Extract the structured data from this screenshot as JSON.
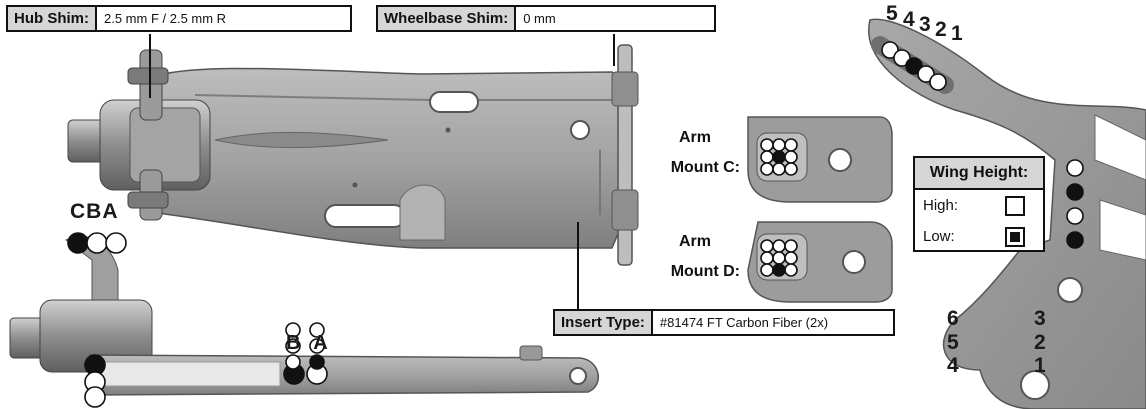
{
  "hub_shim": {
    "label": "Hub Shim:",
    "value": "2.5 mm F / 2.5 mm R"
  },
  "wheelbase_shim": {
    "label": "Wheelbase Shim:",
    "value": "0 mm"
  },
  "insert_type": {
    "label": "Insert Type:",
    "value": "#81474 FT Carbon Fiber (2x)"
  },
  "arm_mount_c": {
    "line1": "Arm",
    "line2": "Mount C:"
  },
  "arm_mount_d": {
    "line1": "Arm",
    "line2": "Mount D:"
  },
  "wing_height": {
    "title": "Wing Height:",
    "high_label": "High:",
    "low_label": "Low:",
    "selected": "Low"
  },
  "camber_link_positions": [
    "C",
    "B",
    "A"
  ],
  "lower_positions": [
    "B",
    "A"
  ],
  "tower_top_positions": [
    "5",
    "4",
    "3",
    "2",
    "1"
  ],
  "tower_left_numbers": [
    "6",
    "5",
    "4"
  ],
  "tower_right_numbers": [
    "3",
    "2",
    "1"
  ],
  "colors": {
    "part": "#9a9a9a",
    "part_dark": "#6e6e6e",
    "part_light": "#c4c4c4",
    "label_bg": "#d6d6d6",
    "outline": "#111111"
  }
}
